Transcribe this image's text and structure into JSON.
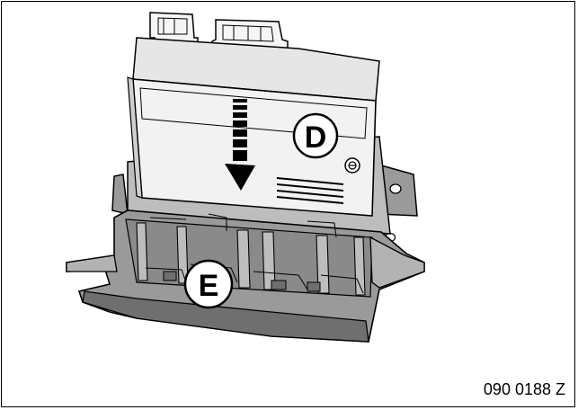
{
  "callouts": {
    "module": "D",
    "holder": "E"
  },
  "figure_code": "090 0188 Z",
  "colors": {
    "outline": "#000000",
    "module_fill": "#f2f2f2",
    "module_shade": "#cfcfcf",
    "holder_fill": "#9a9a9a",
    "holder_dark": "#6f6f6f",
    "holder_light": "#bdbdbd"
  }
}
